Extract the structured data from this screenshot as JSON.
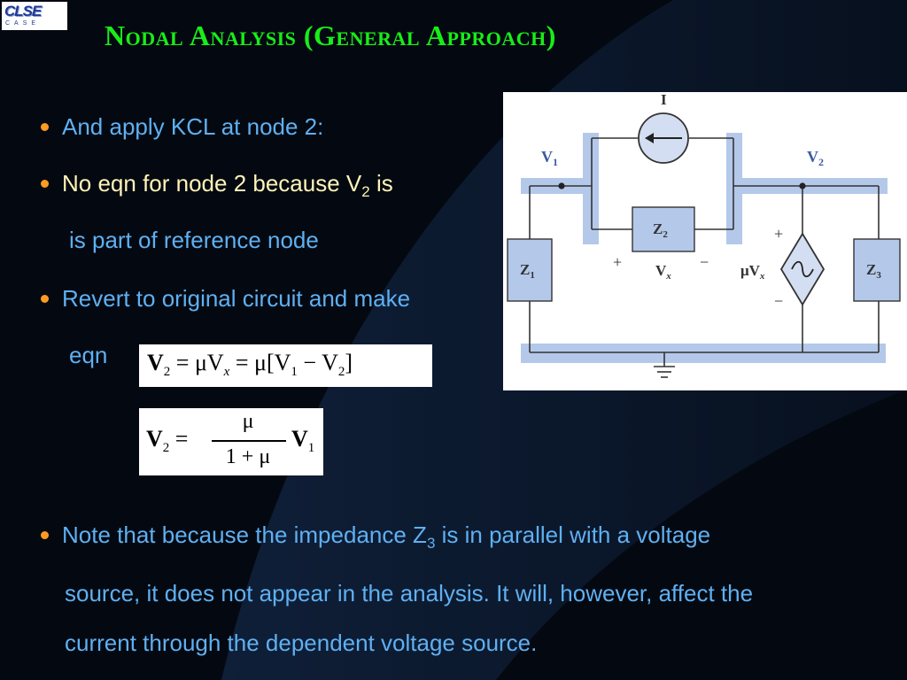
{
  "logo": {
    "main": "CLSE",
    "sub": "CASE"
  },
  "title": "Nodal Analysis (General Approach)",
  "bullets": [
    {
      "text": "And apply KCL at node 2:"
    },
    {
      "prefix": "No eqn for node 2 because V",
      "sub": "2",
      "suffix": " is"
    },
    {
      "continuation": "is part of reference node"
    },
    {
      "text": "Revert to original circuit and make"
    },
    {
      "continuation": "eqn"
    }
  ],
  "equations": {
    "eq1": {
      "lhs": "V",
      "lhs_sub": "2",
      "rhs": "= μV",
      "rhs_sub": "x",
      "rest": "= μ[V",
      "v1_sub": "1",
      "minus": "− V",
      "v2_sub": "2",
      "close": "]"
    },
    "eq2": {
      "lhs": "V",
      "lhs_sub": "2",
      "eq": "=",
      "num": "μ",
      "den": "1 + μ",
      "v": "V",
      "v_sub": "1"
    }
  },
  "note": {
    "line1_prefix": "Note that because the impedance Z",
    "line1_sub": "3",
    "line1_suffix": " is in parallel with a voltage",
    "line2": "source, it does not appear in the analysis. It will, however, affect the",
    "line3": "current through the dependent voltage source."
  },
  "circuit": {
    "source_label": "I",
    "node1": "V",
    "node1_sub": "1",
    "node2": "V",
    "node2_sub": "2",
    "z1": "Z",
    "z1_sub": "1",
    "z2": "Z",
    "z2_sub": "2",
    "z3": "Z",
    "z3_sub": "3",
    "vx": "V",
    "vx_sub": "x",
    "plus": "+",
    "minus": "−",
    "dep_label": "μV",
    "dep_sub": "x"
  },
  "colors": {
    "title": "#18ee18",
    "bullet_text": "#5fb0f2",
    "highlight_text": "#fff3b8",
    "bullet_dot": "#ff9a22",
    "background": "#050a14",
    "wire_highlight": "#b4c8ea"
  }
}
